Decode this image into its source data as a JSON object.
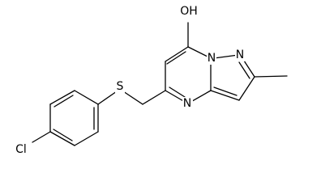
{
  "structure": {
    "atoms": {
      "hydroxyl": "OH",
      "thioether_sulfur": "S",
      "ring_nitrogen_pyrimidine": "N",
      "ring_nitrogen_bridge": "N",
      "ring_nitrogen_pyrazole": "N",
      "chlorine": "Cl"
    }
  }
}
